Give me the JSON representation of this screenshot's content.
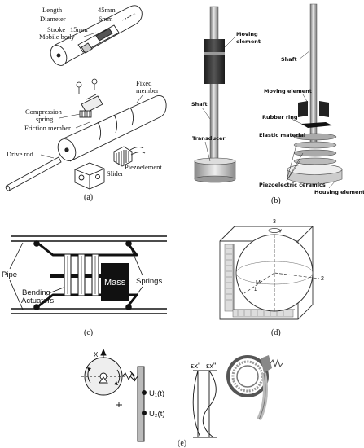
{
  "panel_a": {
    "length": "Length",
    "length_val": "45mm",
    "diameter": "Diameter",
    "diameter_val": "6mm",
    "stroke": "Stroke",
    "stroke_val": "15mm",
    "mobile_body": "Mobile body",
    "fixed": "Fixed",
    "member": "member",
    "compression": "Compression",
    "spring": "spring",
    "friction": "Friction member",
    "drive_rod": "Drive rod",
    "piezo": "Piezoelement",
    "slider": "Slider",
    "caption": "(a)"
  },
  "panel_b": {
    "moving_left_1": "Moving",
    "moving_left_2": "element",
    "shaft_left": "Shaft",
    "transducer": "Transducer",
    "shaft_right": "Shaft",
    "moving_right": "Moving element",
    "rubber": "Rubber ring",
    "elastic": "Elastic material",
    "piezo_ceramics": "Piezoelectric ceramics",
    "housing": "Housing element",
    "caption": "(b)"
  },
  "panel_c": {
    "pipe": "Pipe",
    "bending_1": "Bending",
    "bending_2": "Actuators",
    "mass": "Mass",
    "springs": "Springs",
    "caption": "(c)"
  },
  "panel_d": {
    "axis3": "3",
    "axis2": "2",
    "m": "M",
    "one": "1",
    "caption": "(d)"
  },
  "panel_e": {
    "x": "X",
    "u1": "U₁(t)",
    "u2": "U₂(t)",
    "ex1": "εx'",
    "ex2": "εx\"",
    "caption": "(e)"
  }
}
